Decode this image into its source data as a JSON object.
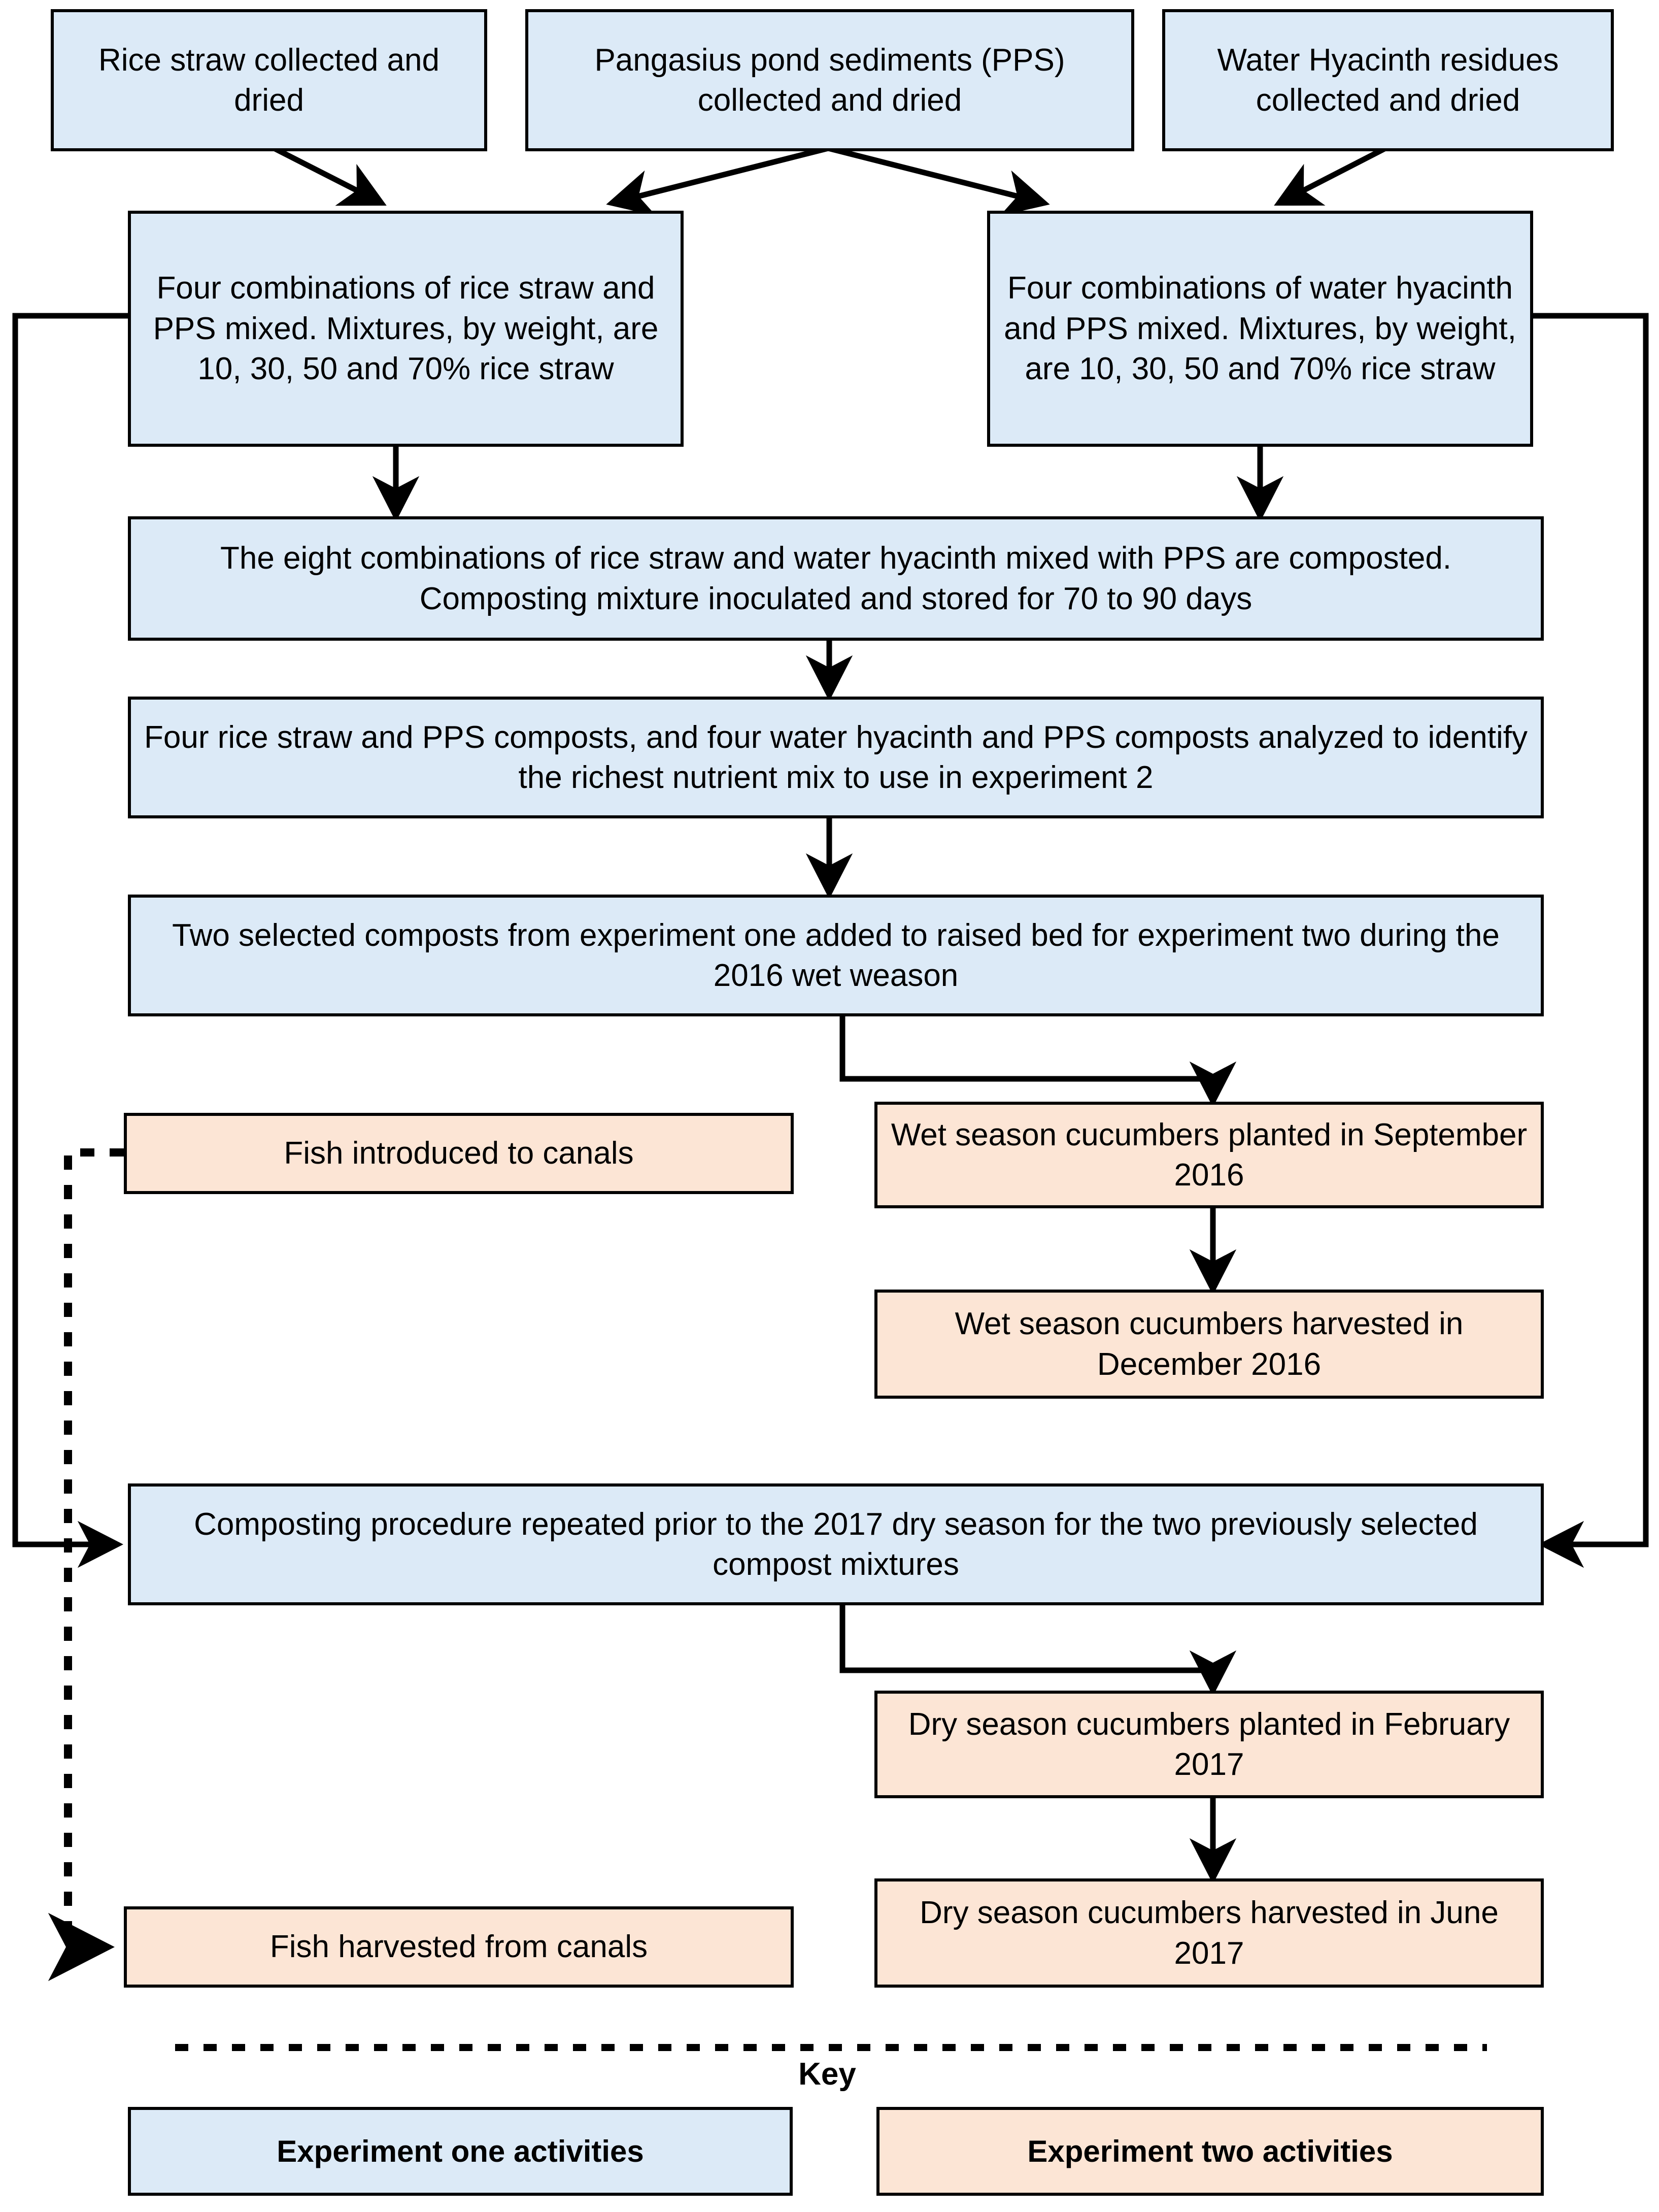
{
  "diagram": {
    "title_note": "Experimental flowchart of composting and cucumber/fish trials",
    "colors": {
      "experiment_one_fill": "#dceaf7",
      "experiment_two_fill": "#fce5d5",
      "stroke": "#000000",
      "background": "#ffffff"
    },
    "nodes": [
      {
        "id": "rice-straw",
        "group": "experiment-one",
        "text": "Rice straw collected and dried"
      },
      {
        "id": "pps",
        "group": "experiment-one",
        "text": "Pangasius pond sediments (PPS) collected and dried"
      },
      {
        "id": "water-hyacinth",
        "group": "experiment-one",
        "text": "Water Hyacinth residues collected and dried"
      },
      {
        "id": "rice-straw-mix",
        "group": "experiment-one",
        "text": "Four combinations of rice straw and PPS mixed. Mixtures, by weight, are 10, 30, 50 and 70% rice straw"
      },
      {
        "id": "hyacinth-mix",
        "group": "experiment-one",
        "text": "Four combinations of water hyacinth and PPS mixed. Mixtures, by weight, are 10, 30, 50 and 70% rice straw"
      },
      {
        "id": "composted",
        "group": "experiment-one",
        "text": "The eight combinations of rice straw and water hyacinth mixed with PPS are composted. Composting mixture inoculated and stored for 70 to 90 days"
      },
      {
        "id": "analyzed",
        "group": "experiment-one",
        "text": "Four rice straw and PPS composts, and four water hyacinth and PPS composts analyzed to identify the richest nutrient mix to use in experiment 2"
      },
      {
        "id": "raised-bed",
        "group": "experiment-one",
        "text": "Two selected composts from experiment one added to raised bed for experiment two during the 2016 wet weason"
      },
      {
        "id": "fish-introduced",
        "group": "experiment-two",
        "text": "Fish introduced to canals"
      },
      {
        "id": "wet-planted",
        "group": "experiment-two",
        "text": "Wet season cucumbers planted in September 2016"
      },
      {
        "id": "wet-harvested",
        "group": "experiment-two",
        "text": "Wet season cucumbers harvested in December 2016"
      },
      {
        "id": "composting-repeated",
        "group": "experiment-one",
        "text": "Composting procedure repeated prior to the 2017 dry season for the two previously selected compost mixtures"
      },
      {
        "id": "dry-planted",
        "group": "experiment-two",
        "text": "Dry season cucumbers planted in February 2017"
      },
      {
        "id": "dry-harvested",
        "group": "experiment-two",
        "text": "Dry season cucumbers harvested in June 2017"
      },
      {
        "id": "fish-harvested",
        "group": "experiment-two",
        "text": "Fish harvested from canals"
      }
    ],
    "key": {
      "label": "Key",
      "items": [
        {
          "id": "key-experiment-one",
          "group": "experiment-one",
          "text": "Experiment one activities"
        },
        {
          "id": "key-experiment-two",
          "group": "experiment-two",
          "text": "Experiment two activities"
        }
      ]
    },
    "edges": [
      {
        "from": "rice-straw",
        "to": "rice-straw-mix",
        "style": "solid"
      },
      {
        "from": "pps",
        "to": "rice-straw-mix",
        "style": "solid"
      },
      {
        "from": "pps",
        "to": "hyacinth-mix",
        "style": "solid"
      },
      {
        "from": "water-hyacinth",
        "to": "hyacinth-mix",
        "style": "solid"
      },
      {
        "from": "rice-straw-mix",
        "to": "composted",
        "style": "solid"
      },
      {
        "from": "hyacinth-mix",
        "to": "composted",
        "style": "solid"
      },
      {
        "from": "composted",
        "to": "analyzed",
        "style": "solid"
      },
      {
        "from": "analyzed",
        "to": "raised-bed",
        "style": "solid"
      },
      {
        "from": "raised-bed",
        "to": "wet-planted",
        "style": "solid"
      },
      {
        "from": "wet-planted",
        "to": "wet-harvested",
        "style": "solid"
      },
      {
        "from": "rice-straw-mix",
        "to": "composting-repeated",
        "style": "solid"
      },
      {
        "from": "hyacinth-mix",
        "to": "composting-repeated",
        "style": "solid"
      },
      {
        "from": "composting-repeated",
        "to": "dry-planted",
        "style": "solid"
      },
      {
        "from": "dry-planted",
        "to": "dry-harvested",
        "style": "solid"
      },
      {
        "from": "fish-introduced",
        "to": "fish-harvested",
        "style": "dashed"
      }
    ]
  }
}
